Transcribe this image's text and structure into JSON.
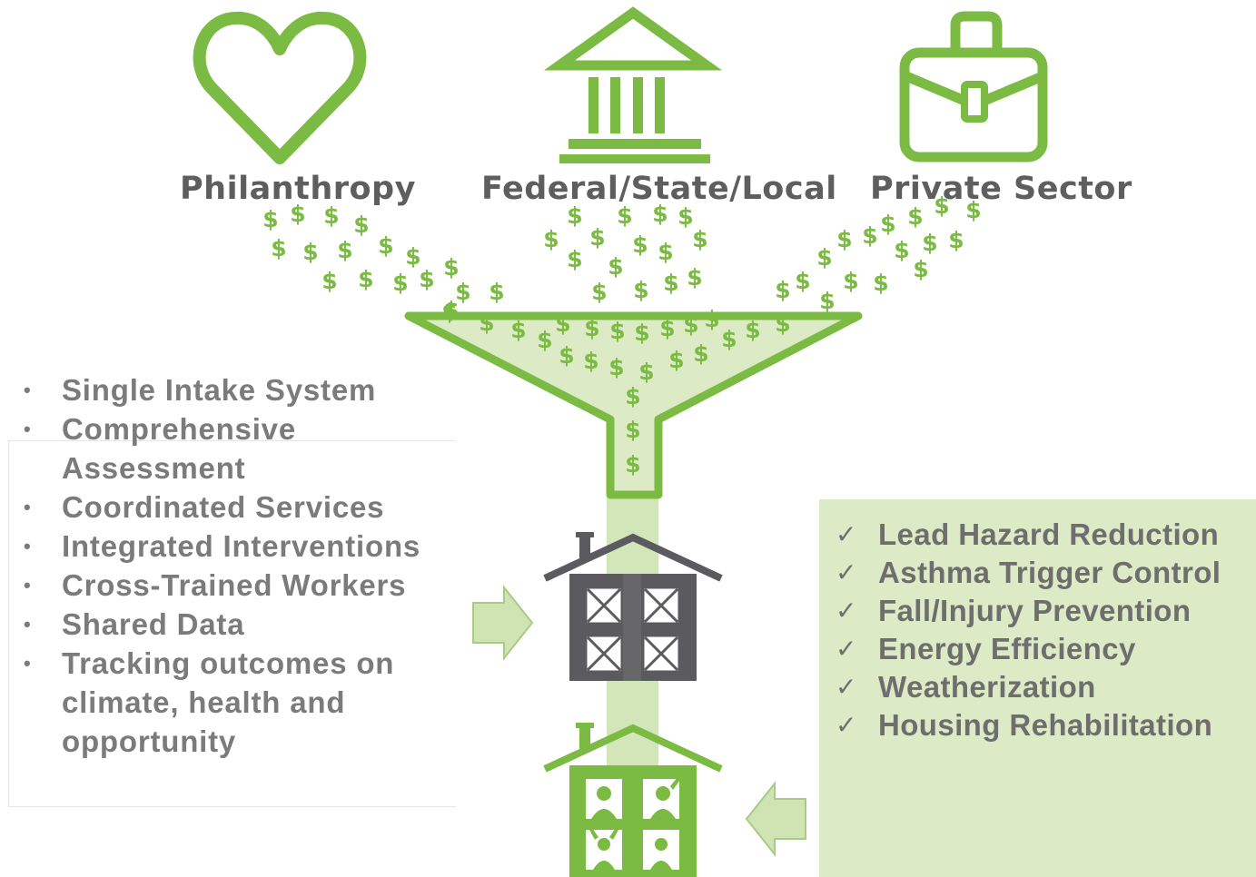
{
  "sources": [
    {
      "label": "Philanthropy",
      "icon": "heart-icon"
    },
    {
      "label": "Federal/State/Local",
      "icon": "government-building-icon"
    },
    {
      "label": "Private Sector",
      "icon": "briefcase-icon"
    }
  ],
  "currency_symbol": "$",
  "funnel_icon": "funnel-icon",
  "house_icons": [
    "house-before-icon",
    "house-after-icon"
  ],
  "left_list": {
    "items": [
      "Single Intake System",
      "Comprehensive Assessment",
      "Coordinated Services",
      "Integrated Interventions",
      "Cross-Trained Workers",
      "Shared Data",
      "Tracking outcomes on climate, health and opportunity"
    ]
  },
  "right_list": {
    "items": [
      "Lead Hazard Reduction",
      "Asthma Trigger Control",
      "Fall/Injury Prevention",
      "Energy Efficiency",
      "Weatherization",
      "Housing Rehabilitation"
    ]
  },
  "colors": {
    "green": "#7cbb43",
    "light_green": "#dcebc6",
    "gray_text": "#7b7b7b",
    "dark_gray": "#5a5a5f"
  }
}
